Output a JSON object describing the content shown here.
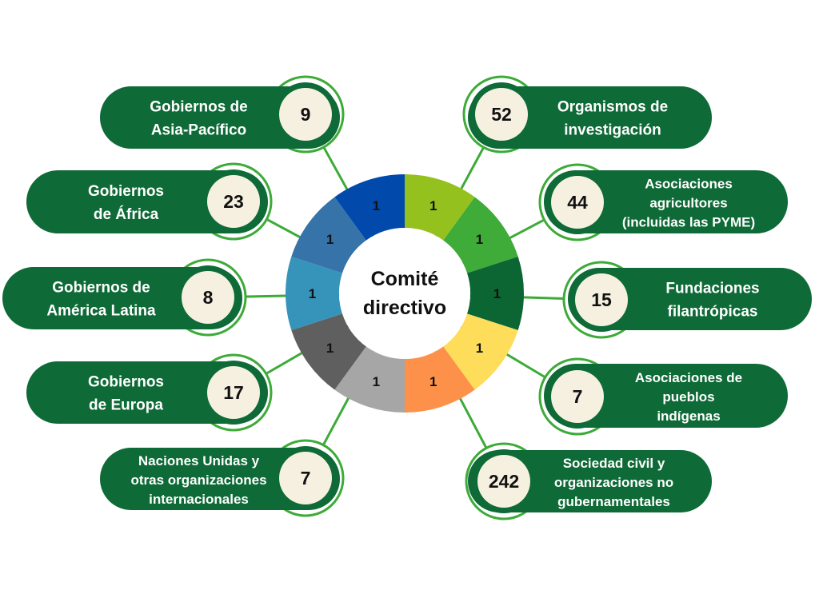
{
  "center": {
    "line1": "Comité",
    "line2": "directivo"
  },
  "colors": {
    "pill": "#0e6a36",
    "ring": "#3dab38",
    "badge": "#f6f0e1",
    "connector": "#3dab38"
  },
  "segments": [
    {
      "value": "1",
      "color": "#95c11f"
    },
    {
      "value": "1",
      "color": "#3fab38"
    },
    {
      "value": "1",
      "color": "#0c6633"
    },
    {
      "value": "1",
      "color": "#fedd5a"
    },
    {
      "value": "1",
      "color": "#fe914a"
    },
    {
      "value": "1",
      "color": "#a6a6a6"
    },
    {
      "value": "1",
      "color": "#5f5f5f"
    },
    {
      "value": "1",
      "color": "#3693b9"
    },
    {
      "value": "1",
      "color": "#3673a8"
    },
    {
      "value": "1",
      "color": "#014aac"
    }
  ],
  "groups": [
    {
      "count": "9",
      "lines": [
        "Gobiernos de",
        "Asia-Pacífico"
      ]
    },
    {
      "count": "23",
      "lines": [
        "Gobiernos",
        "de África"
      ]
    },
    {
      "count": "8",
      "lines": [
        "Gobiernos de",
        "América Latina"
      ]
    },
    {
      "count": "17",
      "lines": [
        "Gobiernos",
        "de Europa"
      ]
    },
    {
      "count": "7",
      "lines": [
        "Naciones Unidas y",
        "otras organizaciones",
        "internacionales"
      ]
    },
    {
      "count": "52",
      "lines": [
        "Organismos de",
        "investigación"
      ]
    },
    {
      "count": "44",
      "lines": [
        "Asociaciones",
        "agricultores",
        "(incluidas las PYME)"
      ]
    },
    {
      "count": "15",
      "lines": [
        "Fundaciones",
        "filantrópicas"
      ]
    },
    {
      "count": "7",
      "lines": [
        "Asociaciones de",
        "pueblos",
        "indígenas"
      ]
    },
    {
      "count": "242",
      "lines": [
        "Sociedad civil y",
        "organizaciones no",
        "gubernamentales"
      ]
    }
  ]
}
